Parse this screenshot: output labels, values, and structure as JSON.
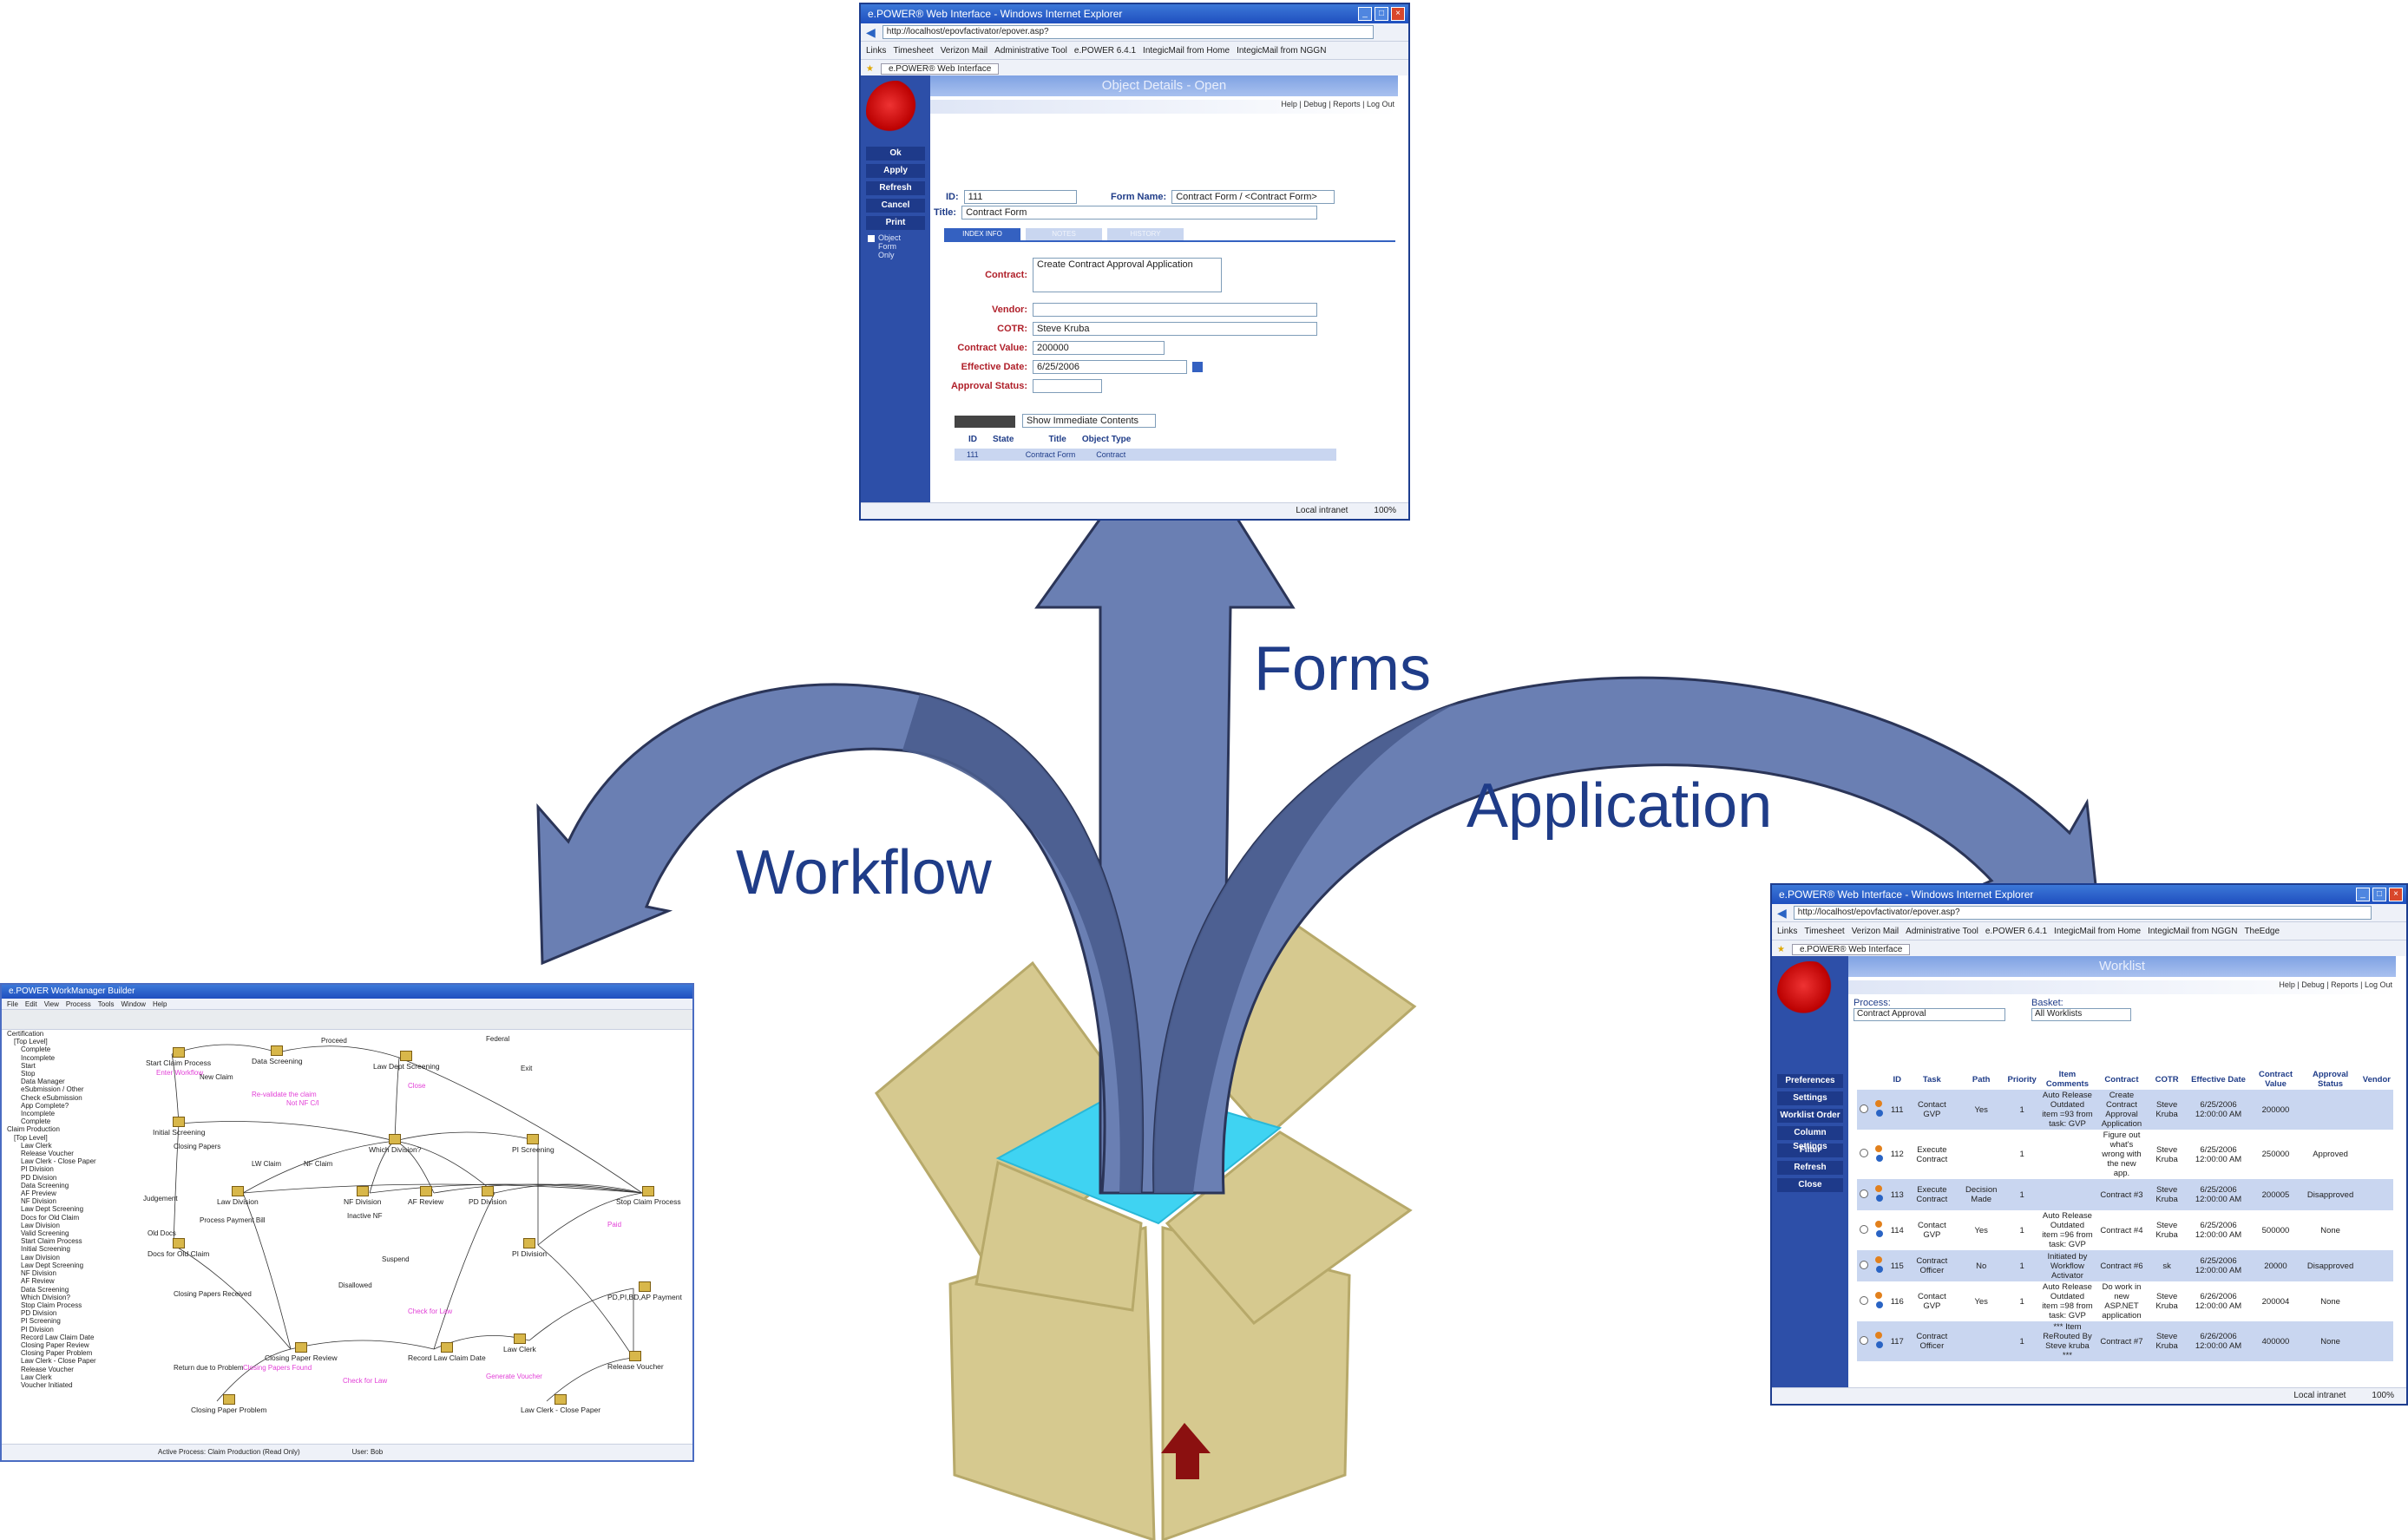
{
  "diagram": {
    "labels": {
      "forms": "Forms",
      "application": "Application",
      "workflow": "Workflow"
    },
    "colors": {
      "arrow_fill": "#6a7fb3",
      "arrow_dark": "#4a5d8e",
      "box_fill": "#d6c98f",
      "box_inner": "#3fd3f2",
      "up_arrow": "#8b1010",
      "label_text": "#1f3c88"
    }
  },
  "forms_window": {
    "title": "e.POWER® Web Interface - Windows Internet Explorer",
    "address": "http://localhost/epovfactivator/epover.asp?",
    "links": [
      "Links",
      "Timesheet",
      "Verizon Mail",
      "Administrative Tool",
      "e.POWER 6.4.1",
      "IntegicMail from Home",
      "IntegicMail from NGGN"
    ],
    "tab": "e.POWER® Web Interface",
    "page_title": "Object Details - Open",
    "top_menu": "Help | Debug | Reports | Log Out",
    "side_buttons": [
      "Ok",
      "Apply",
      "Refresh",
      "Cancel",
      "Print"
    ],
    "side_option": "Object Form Only",
    "id_label": "ID:",
    "id_value": "111",
    "form_name_label": "Form Name:",
    "form_name_value": "Contract Form  /  <Contract Form>",
    "title_label": "Title:",
    "title_value": "Contract Form",
    "tabs": [
      "INDEX INFO",
      "NOTES",
      "HISTORY"
    ],
    "contract_label": "Contract:",
    "contract_value": "Create Contract Approval Application",
    "vendor_label": "Vendor:",
    "cotr_label": "COTR:",
    "cotr_value": "Steve Kruba",
    "contract_value_label": "Contract Value:",
    "contract_value_value": "200000",
    "effective_date_label": "Effective Date:",
    "effective_date_value": "6/25/2006",
    "approval_status_label": "Approval Status:",
    "show_contents": "Show Immediate Contents",
    "grid_headers": [
      "ID",
      "State",
      "Title",
      "Object Type"
    ],
    "grid_row": [
      "111",
      "Contract Form",
      "Contract"
    ],
    "status_zone": "Local intranet",
    "zoom": "100%"
  },
  "worklist_window": {
    "title": "e.POWER® Web Interface - Windows Internet Explorer",
    "address": "http://localhost/epovfactivator/epover.asp?",
    "links": [
      "Links",
      "Timesheet",
      "Verizon Mail",
      "Administrative Tool",
      "e.POWER 6.4.1",
      "IntegicMail from Home",
      "IntegicMail from NGGN",
      "TheEdge"
    ],
    "tab": "e.POWER® Web Interface",
    "page_title": "Worklist",
    "top_menu": "Help | Debug | Reports | Log Out",
    "process_label": "Process:",
    "process_value": "Contract Approval",
    "basket_label": "Basket:",
    "basket_value": "All Worklists",
    "side_buttons": [
      "Preferences",
      "Settings",
      "Worklist Order",
      "Column Settings",
      "Filter",
      "Refresh",
      "Close"
    ],
    "columns": [
      "ID",
      "Task",
      "Path",
      "Priority",
      "Item Comments",
      "Contract",
      "COTR",
      "Effective Date",
      "Contract Value",
      "Approval Status",
      "Vendor"
    ],
    "rows": [
      [
        "111",
        "Contact GVP",
        "Yes",
        "1",
        "Auto Release Outdated item =93 from task: GVP",
        "Create Contract Approval Application",
        "Steve Kruba",
        "6/25/2006 12:00:00 AM",
        "200000",
        "",
        ""
      ],
      [
        "112",
        "Execute Contract",
        "",
        "1",
        "",
        "Figure out what's wrong with the new app.",
        "Steve Kruba",
        "6/25/2006 12:00:00 AM",
        "250000",
        "Approved",
        ""
      ],
      [
        "113",
        "Execute Contract",
        "Decision Made",
        "1",
        "",
        "Contract #3",
        "Steve Kruba",
        "6/25/2006 12:00:00 AM",
        "200005",
        "Disapproved",
        ""
      ],
      [
        "114",
        "Contact GVP",
        "Yes",
        "1",
        "Auto Release Outdated item =96 from task: GVP",
        "Contract #4",
        "Steve Kruba",
        "6/25/2006 12:00:00 AM",
        "500000",
        "None",
        ""
      ],
      [
        "115",
        "Contract Officer",
        "No",
        "1",
        "Initiated by Workflow Activator",
        "Contract #6",
        "sk",
        "6/25/2006 12:00:00 AM",
        "20000",
        "Disapproved",
        ""
      ],
      [
        "116",
        "Contact GVP",
        "Yes",
        "1",
        "Auto Release Outdated item =98 from task: GVP",
        "Do work in new ASP.NET application",
        "Steve Kruba",
        "6/26/2006 12:00:00 AM",
        "200004",
        "None",
        ""
      ],
      [
        "117",
        "Contract Officer",
        "",
        "1",
        "*** Item ReRouted By Steve kruba ***",
        "Contract #7",
        "Steve Kruba",
        "6/26/2006 12:00:00 AM",
        "400000",
        "None",
        ""
      ]
    ],
    "status_zone": "Local intranet",
    "zoom": "100%"
  },
  "workflow_window": {
    "title": "e.POWER WorkManager Builder",
    "menu": [
      "File",
      "Edit",
      "View",
      "Process",
      "Tools",
      "Window",
      "Help"
    ],
    "tree": [
      "Certification",
      "[Top Level]",
      "Complete",
      "Incomplete",
      "Start",
      "Stop",
      "Data Manager",
      "eSubmission / Other",
      "Check eSubmission",
      "App Complete?",
      "Incomplete",
      "Complete",
      "Claim Production",
      "[Top Level]",
      "Law Clerk",
      "Release Voucher",
      "Law Clerk - Close Paper",
      "PI Division",
      "PD Division",
      "Data Screening",
      "AF Preview",
      "NF Division",
      "Law Dept Screening",
      "Docs for Old Claim",
      "Law Division",
      "Valid Screening",
      "Start Claim Process",
      "Initial Screening",
      "Law Division",
      "Law Dept Screening",
      "NF Division",
      "AF Review",
      "Data Screening",
      "Which Division?",
      "Stop Claim Process",
      "PD Division",
      "PI Screening",
      "PI Division",
      "Record Law Claim Date",
      "Closing Paper Review",
      "Closing Paper Problem",
      "Law Clerk - Close Paper",
      "Release Voucher",
      "Law Clerk",
      "Voucher Initiated"
    ],
    "nodes": [
      "Start Claim Process",
      "Data Screening",
      "Law Dept Screening",
      "Initial Screening",
      "Which Division?",
      "Law Division",
      "NF Division",
      "AF Review",
      "PD Division",
      "PI Screening",
      "PI Division",
      "Stop Claim Process",
      "Docs for Old Claim",
      "Closing Paper Review",
      "Record Law Claim Date",
      "Law Clerk",
      "PD,PI,BD,AP Payment",
      "Release Voucher",
      "Law Clerk - Close Paper",
      "Closing Paper Problem"
    ],
    "edge_labels": [
      "Proceed",
      "Federal",
      "Enter Workflow",
      "New Claim",
      "Re-validate the claim",
      "Not NF C/I",
      "Close",
      "Exit",
      "Closing Papers",
      "LW Claim",
      "NF Claim",
      "Judgement",
      "Old Docs",
      "Process Payment Bill",
      "Inactive NF",
      "Suspend",
      "Disallowed",
      "Closing Papers Received",
      "Return due to Problem",
      "Closing Papers Found",
      "Check for Law",
      "Generate Voucher",
      "Paid",
      "Check for Law"
    ],
    "status": "Active Process: Claim Production (Read Only)",
    "status_user": "User: Bob"
  }
}
